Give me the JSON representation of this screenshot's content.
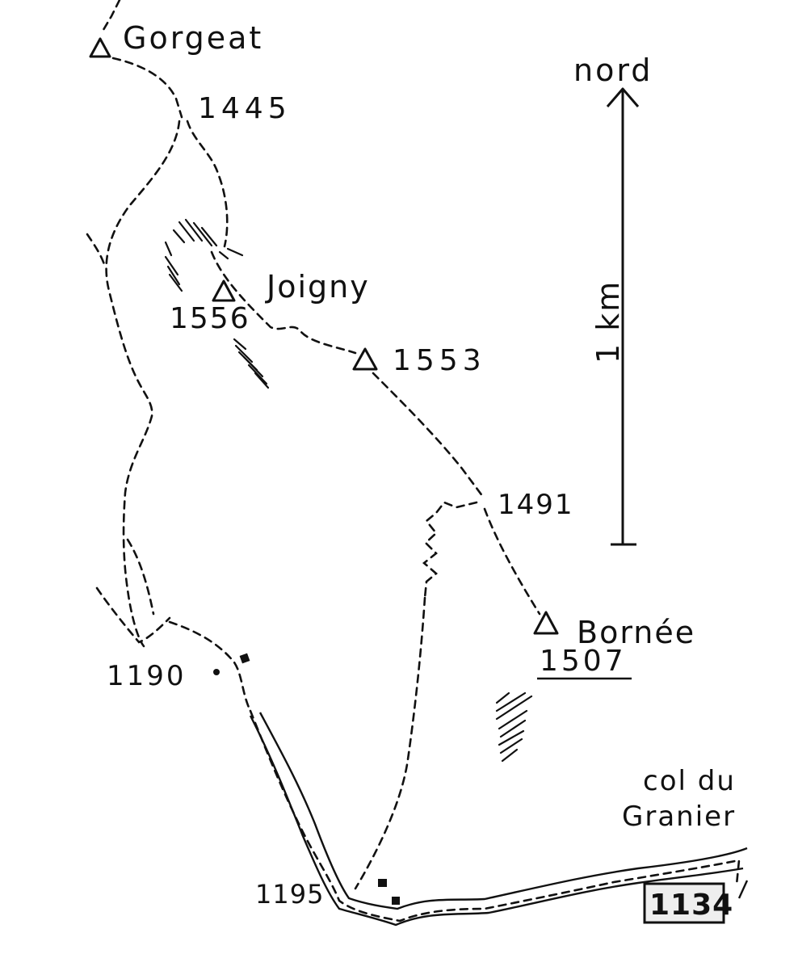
{
  "summits": [
    {
      "name": "Gorgeat",
      "elevation": ""
    },
    {
      "name": "Joigny",
      "elevation": "1556"
    },
    {
      "name": "",
      "elevation": "1553"
    },
    {
      "name": "Bornée",
      "elevation": "1507"
    }
  ],
  "spot_heights": {
    "col_1445": "1445",
    "point_1491": "1491",
    "point_1190": "1190",
    "point_1195": "1195"
  },
  "pass": {
    "line1": "col du",
    "line2": "Granier",
    "elevation": "1134"
  },
  "north_arrow": {
    "label": "nord",
    "scale_label": "1 km"
  }
}
